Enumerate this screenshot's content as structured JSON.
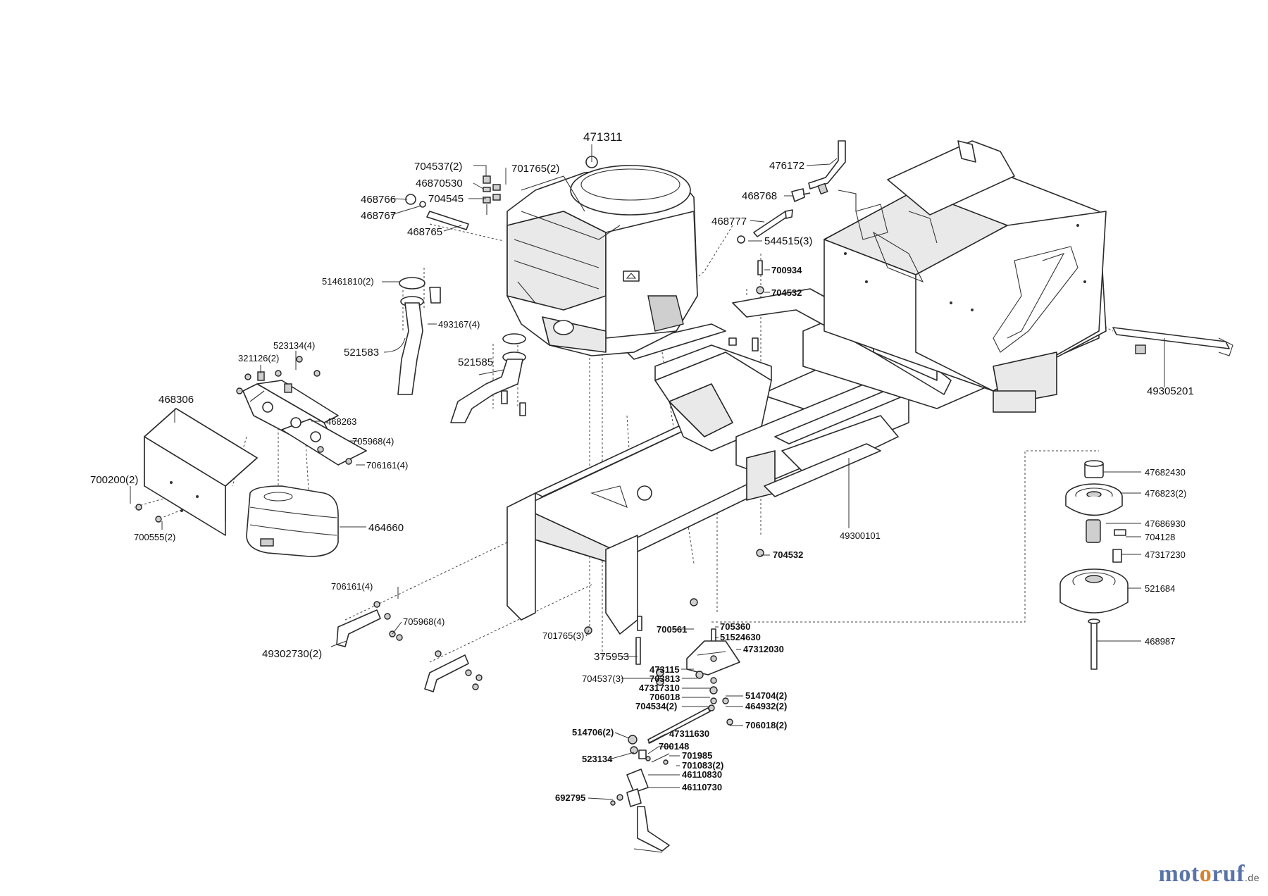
{
  "labels": {
    "top": "471311",
    "b704537_2": "704537(2)",
    "b701765_2": "701765(2)",
    "b46870530": "46870530",
    "b468766": "468766",
    "b704545": "704545",
    "b468767": "468767",
    "b468765": "468765",
    "b476172": "476172",
    "b468768": "468768",
    "b468777": "468777",
    "b544515_3": "544515(3)",
    "b700934": "700934",
    "b704532a": "704532",
    "b51461810_2": "51461810(2)",
    "b493167_4": "493167(4)",
    "b521583": "521583",
    "b521585": "521585",
    "b523134_4": "523134(4)",
    "b321126_2": "321126(2)",
    "b468306": "468306",
    "b468263": "468263",
    "b705968_4a": "705968(4)",
    "b706161_4a": "706161(4)",
    "b700200_2": "700200(2)",
    "b700555_2": "700555(2)",
    "b464660": "464660",
    "b49305201": "49305201",
    "b47682430": "47682430",
    "b476823_2": "476823(2)",
    "b47686930": "47686930",
    "b704128": "704128",
    "b47317230": "47317230",
    "b521684": "521684",
    "b468987": "468987",
    "b49300101": "49300101",
    "b704532b": "704532",
    "b706161_4b": "706161(4)",
    "b705968_4b": "705968(4)",
    "b49302730_2": "49302730(2)",
    "b701765_3": "701765(3)",
    "b700561": "700561",
    "b705360": "705360",
    "b51524630": "51524630",
    "b47312030": "47312030",
    "b375953": "375953",
    "b473115": "473115",
    "b703813": "703813",
    "b704537_3": "704537(3)",
    "b47317310": "47317310",
    "b706018": "706018",
    "b514704_2": "514704(2)",
    "b704534_2": "704534(2)",
    "b464932_2": "464932(2)",
    "b706018_2": "706018(2)",
    "b514706_2": "514706(2)",
    "b47311630": "47311630",
    "b700148": "700148",
    "b523134": "523134",
    "b701985": "701985",
    "b701083_2": "701083(2)",
    "b46110830": "46110830",
    "b46110730": "46110730",
    "b692795": "692795"
  },
  "watermark": {
    "part1": "mot",
    "part2": "o",
    "part3": "ruf",
    "tld": ".de"
  }
}
